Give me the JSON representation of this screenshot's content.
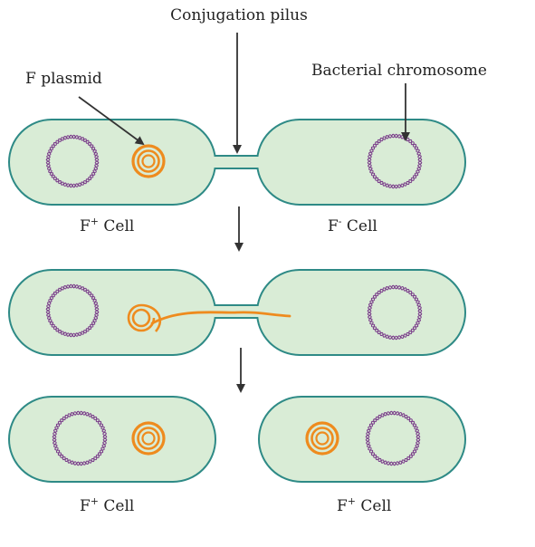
{
  "labels": {
    "conjugation_pilus": "Conjugation pilus",
    "f_plasmid": "F plasmid",
    "bacterial_chromosome": "Bacterial chromosome",
    "stage1_left_cell": "F",
    "stage1_left_cell_sup": "+",
    "stage1_left_cell_tail": " Cell",
    "stage1_right_cell": "F",
    "stage1_right_cell_sup": "-",
    "stage1_right_cell_tail": " Cell",
    "stage3_left_cell": "F",
    "stage3_left_cell_sup": "+",
    "stage3_left_cell_tail": " Cell",
    "stage3_right_cell": "F",
    "stage3_right_cell_sup": "+",
    "stage3_right_cell_tail": " Cell"
  },
  "colors": {
    "cell_fill": "#d9ecd6",
    "cell_outline": "#2e8a86",
    "plasmid": "#ee8b1e",
    "chromosome": "#7a3d8a",
    "arrow": "#333333"
  }
}
